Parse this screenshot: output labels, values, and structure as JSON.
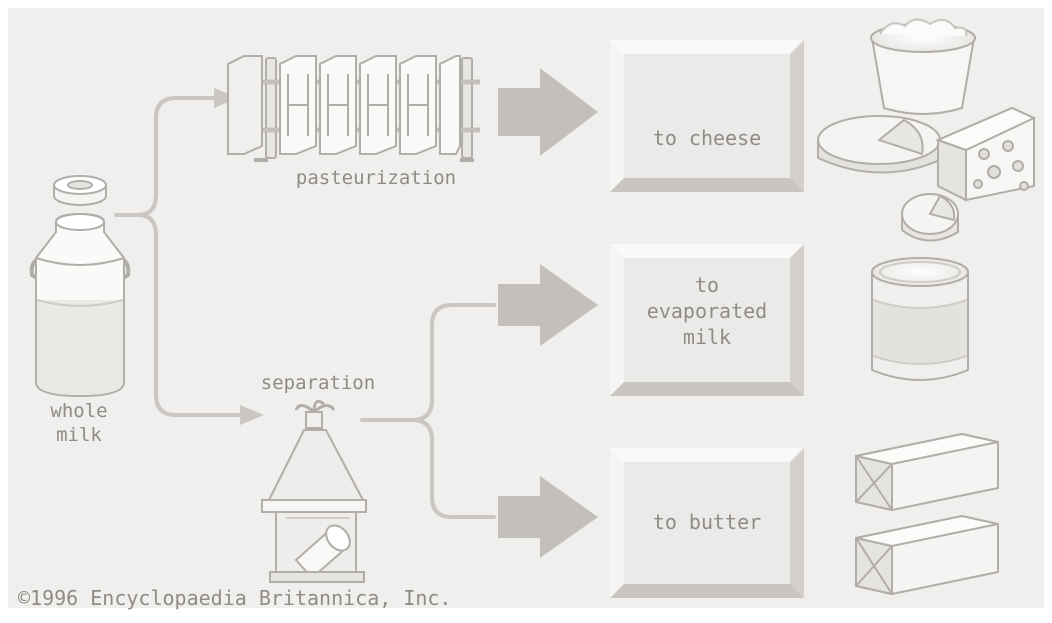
{
  "labels": {
    "whole_milk_line1": "whole",
    "whole_milk_line2": "milk",
    "pasteurization": "pasteurization",
    "separation": "separation"
  },
  "boxes": {
    "cheese": "to cheese",
    "evaporated_line1": "to",
    "evaporated_line2": "evaporated",
    "evaporated_line3": "milk",
    "butter": "to butter"
  },
  "copyright": "©1996 Encyclopaedia Britannica, Inc.",
  "colors": {
    "background": "#ffffff",
    "panel": "#f0efed",
    "flow_line": "#cac7c3",
    "arrow": "#c3c0bb",
    "box_face": "#ebeae8",
    "box_light": "#faf9f8",
    "box_dark": "#c8c5c1",
    "text": "#8f8b86",
    "drawing_stroke": "#b1ada8"
  }
}
